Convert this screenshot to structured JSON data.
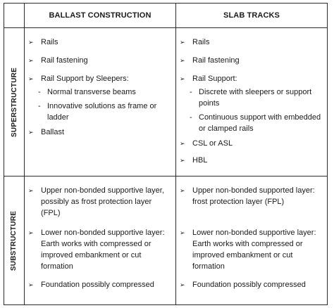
{
  "headers": {
    "ballast": "BALLAST CONSTRUCTION",
    "slab": "SLAB TRACKS"
  },
  "row_labels": {
    "superstructure": "SUPERSTRUCTURE",
    "substructure": "SUBSTRUCTURE"
  },
  "bullet_icon": "arrow-bullet",
  "bullet_glyph": "➢",
  "dash_glyph": "-",
  "superstructure": {
    "ballast": {
      "rails": "Rails",
      "fastening": "Rail fastening",
      "support": "Rail Support by Sleepers:",
      "support_subs": [
        "Normal transverse beams",
        "Innovative solutions as frame or ladder"
      ],
      "ballast": "Ballast"
    },
    "slab": {
      "rails": "Rails",
      "fastening": "Rail fastening",
      "support": "Rail Support:",
      "support_subs": [
        "Discrete with sleepers or support points",
        "Continuous support with embedded or clamped rails"
      ],
      "csl": "CSL or ASL",
      "hbl": "HBL"
    }
  },
  "substructure": {
    "ballast": {
      "upper": "Upper non-bonded supportive layer, possibly as frost protection layer (FPL)",
      "lower": "Lower non-bonded supportive layer: Earth works with compressed or improved embankment or cut formation",
      "foundation": "Foundation possibly compressed"
    },
    "slab": {
      "upper": "Upper non-bonded supported layer: frost protection layer (FPL)",
      "lower": "Lower non-bonded supportive layer: Earth works with compressed or improved embankment or cut formation",
      "foundation": "Foundation possibly compressed"
    }
  }
}
